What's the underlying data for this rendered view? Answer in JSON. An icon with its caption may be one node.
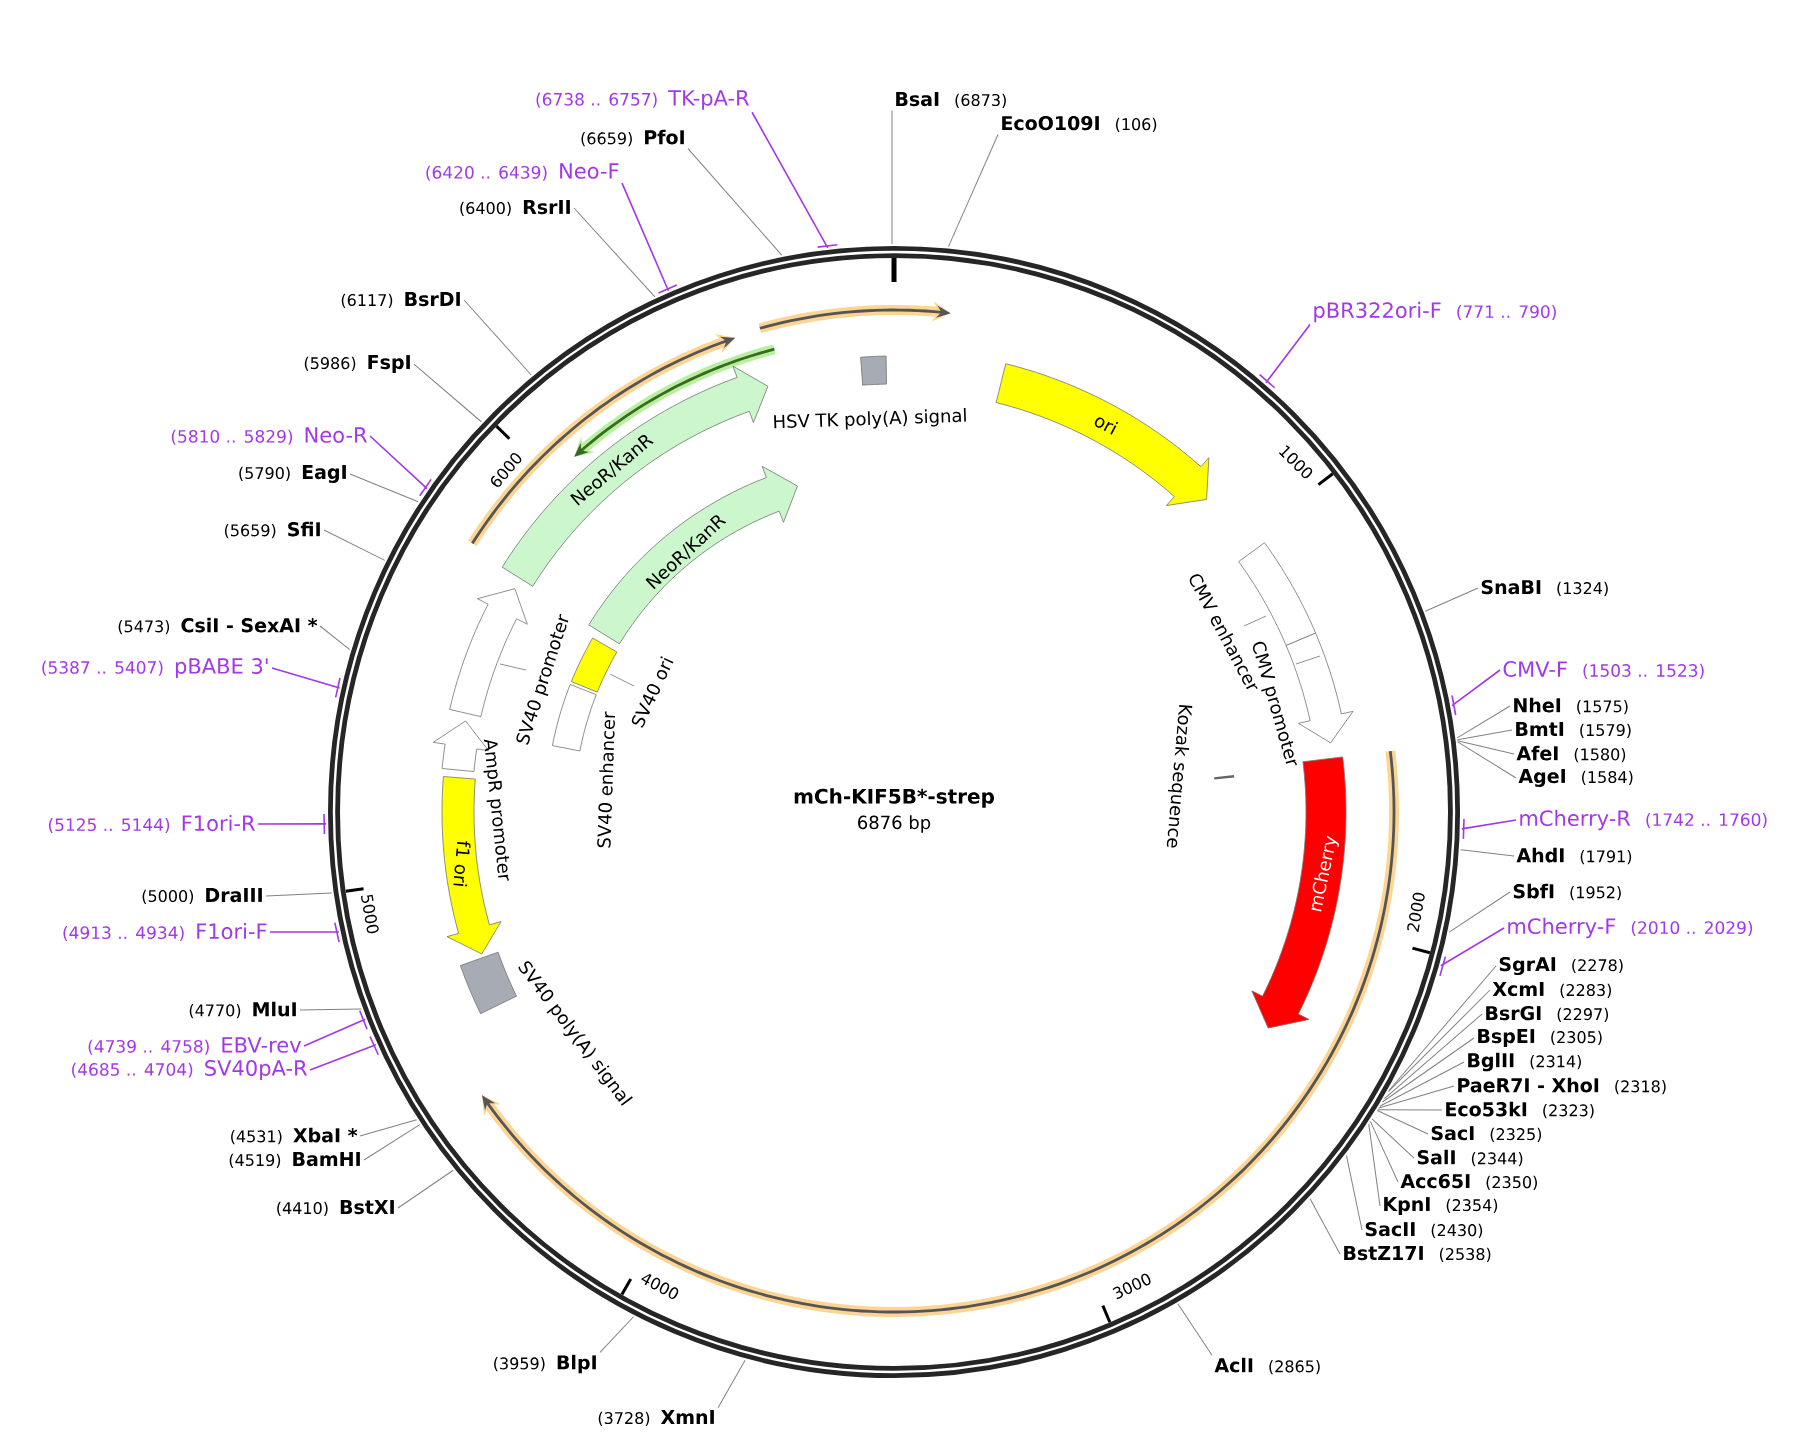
{
  "diagram": {
    "title": "mCh-KIF5B*-strep",
    "nodes": [
      {
        "text": [
          "ori"
        ]
      },
      {
        "text": [
          "CMV enhancer"
        ]
      },
      {
        "text": [
          "CMV promoter"
        ]
      },
      {
        "text": [
          "Kozak sequence"
        ]
      },
      {
        "text": [
          "mCherry"
        ]
      },
      {
        "text": [
          "SV40 poly(A) signal"
        ]
      },
      {
        "text": [
          "f1 ori"
        ]
      },
      {
        "text": [
          "AmpR promoter"
        ]
      },
      {
        "text": [
          "SV40 promoter"
        ]
      },
      {
        "text": [
          "SV40 enhancer"
        ]
      },
      {
        "text": [
          "SV40 ori"
        ]
      },
      {
        "text": [
          "NeoR/KanR"
        ]
      },
      {
        "text": [
          "NeoR/KanR"
        ]
      },
      {
        "text": [
          "HSV TK poly(A) signal"
        ]
      },
      {
        "text": [
          "BsaI",
          "(6873)"
        ]
      },
      {
        "text": [
          "EcoO109I",
          "(106)"
        ]
      },
      {
        "text": [
          "pBR322ori-F",
          "(771 .. 790)"
        ]
      },
      {
        "text": [
          "SnaBI",
          "(1324)"
        ]
      },
      {
        "text": [
          "CMV-F",
          "(1503 .. 1523)"
        ]
      },
      {
        "text": [
          "NheI",
          "(1575)"
        ]
      },
      {
        "text": [
          "BmtI",
          "(1579)"
        ]
      },
      {
        "text": [
          "AfeI",
          "(1580)"
        ]
      },
      {
        "text": [
          "AgeI",
          "(1584)"
        ]
      },
      {
        "text": [
          "mCherry-R",
          "(1742 .. 1760)"
        ]
      },
      {
        "text": [
          "AhdI",
          "(1791)"
        ]
      },
      {
        "text": [
          "SbfI",
          "(1952)"
        ]
      },
      {
        "text": [
          "mCherry-F",
          "(2010 .. 2029)"
        ]
      },
      {
        "text": [
          "SgrAI",
          "(2278)"
        ]
      },
      {
        "text": [
          "XcmI",
          "(2283)"
        ]
      },
      {
        "text": [
          "BsrGI",
          "(2297)"
        ]
      },
      {
        "text": [
          "BspEI",
          "(2305)"
        ]
      },
      {
        "text": [
          "BglII",
          "(2314)"
        ]
      },
      {
        "text": [
          "PaeR7I - XhoI",
          "(2318)"
        ]
      },
      {
        "text": [
          "Eco53kI",
          "(2323)"
        ]
      },
      {
        "text": [
          "SacI",
          "(2325)"
        ]
      },
      {
        "text": [
          "SalI",
          "(2344)"
        ]
      },
      {
        "text": [
          "Acc65I",
          "(2350)"
        ]
      },
      {
        "text": [
          "KpnI",
          "(2354)"
        ]
      },
      {
        "text": [
          "SacII",
          "(2430)"
        ]
      },
      {
        "text": [
          "BstZ17I",
          "(2538)"
        ]
      },
      {
        "text": [
          "AclI",
          "(2865)"
        ]
      },
      {
        "text": [
          "(3728)",
          "XmnI"
        ]
      },
      {
        "text": [
          "(3959)",
          "BlpI"
        ]
      },
      {
        "text": [
          "(4410)",
          "BstXI"
        ]
      },
      {
        "text": [
          "(4519)",
          "BamHI"
        ]
      },
      {
        "text": [
          "(4531)",
          "XbaI *"
        ]
      },
      {
        "text": [
          "(4685 .. 4704)",
          "SV40pA-R"
        ]
      },
      {
        "text": [
          "(4739 .. 4758)",
          "EBV-rev"
        ]
      },
      {
        "text": [
          "(4770)",
          "MluI"
        ]
      },
      {
        "text": [
          "(4913 .. 4934)",
          "F1ori-F"
        ]
      },
      {
        "text": [
          "(5000)",
          "DraIII"
        ]
      },
      {
        "text": [
          "(5125 .. 5144)",
          "F1ori-R"
        ]
      },
      {
        "text": [
          "(5387 .. 5407)",
          "pBABE 3'"
        ]
      },
      {
        "text": [
          "(5473)",
          "CsiI - SexAI *"
        ]
      },
      {
        "text": [
          "(5659)",
          "SfiI"
        ]
      },
      {
        "text": [
          "(5790)",
          "EagI"
        ]
      },
      {
        "text": [
          "(5810 .. 5829)",
          "Neo-R"
        ]
      },
      {
        "text": [
          "(5986)",
          "FspI"
        ]
      },
      {
        "text": [
          "(6117)",
          "BsrDI"
        ]
      },
      {
        "text": [
          "(6400)",
          "RsrII"
        ]
      },
      {
        "text": [
          "(6420 .. 6439)",
          "Neo-F"
        ]
      },
      {
        "text": [
          "(6659)",
          "PfoI"
        ]
      },
      {
        "text": [
          "(6738 .. 6757)",
          "TK-pA-R"
        ]
      }
    ],
    "edges": [
      {
        "from": 14,
        "to": null,
        "arrow": "none"
      },
      {
        "from": 15,
        "to": null,
        "arrow": "none"
      },
      {
        "from": 16,
        "to": null,
        "arrow": "none",
        "color": "#a238e8"
      },
      {
        "from": 17,
        "to": null,
        "arrow": "none"
      },
      {
        "from": 18,
        "to": null,
        "arrow": "none",
        "color": "#a238e8"
      },
      {
        "from": 19,
        "to": null,
        "arrow": "none"
      },
      {
        "from": 20,
        "to": null,
        "arrow": "none"
      },
      {
        "from": 21,
        "to": null,
        "arrow": "none"
      },
      {
        "from": 22,
        "to": null,
        "arrow": "none"
      },
      {
        "from": 23,
        "to": null,
        "arrow": "none",
        "color": "#a238e8"
      },
      {
        "from": 24,
        "to": null,
        "arrow": "none"
      },
      {
        "from": 25,
        "to": null,
        "arrow": "none"
      },
      {
        "from": 26,
        "to": null,
        "arrow": "none",
        "color": "#a238e8"
      },
      {
        "from": 27,
        "to": null,
        "arrow": "none"
      },
      {
        "from": 28,
        "to": null,
        "arrow": "none"
      },
      {
        "from": 29,
        "to": null,
        "arrow": "none"
      },
      {
        "from": 30,
        "to": null,
        "arrow": "none"
      },
      {
        "from": 31,
        "to": null,
        "arrow": "none"
      },
      {
        "from": 32,
        "to": null,
        "arrow": "none"
      },
      {
        "from": 33,
        "to": null,
        "arrow": "none"
      },
      {
        "from": 34,
        "to": null,
        "arrow": "none"
      },
      {
        "from": 35,
        "to": null,
        "arrow": "none"
      },
      {
        "from": 36,
        "to": null,
        "arrow": "none"
      },
      {
        "from": 37,
        "to": null,
        "arrow": "none"
      },
      {
        "from": 38,
        "to": null,
        "arrow": "none"
      },
      {
        "from": 39,
        "to": null,
        "arrow": "none"
      },
      {
        "from": 40,
        "to": null,
        "arrow": "none"
      },
      {
        "from": 41,
        "to": null,
        "arrow": "none"
      },
      {
        "from": 42,
        "to": null,
        "arrow": "none"
      },
      {
        "from": 43,
        "to": null,
        "arrow": "none"
      },
      {
        "from": 44,
        "to": null,
        "arrow": "none"
      },
      {
        "from": 45,
        "to": null,
        "arrow": "none"
      },
      {
        "from": 46,
        "to": null,
        "arrow": "none",
        "color": "#a238e8"
      },
      {
        "from": 47,
        "to": null,
        "arrow": "none",
        "color": "#a238e8"
      },
      {
        "from": 48,
        "to": null,
        "arrow": "none"
      },
      {
        "from": 49,
        "to": null,
        "arrow": "none",
        "color": "#a238e8"
      },
      {
        "from": 50,
        "to": null,
        "arrow": "none"
      },
      {
        "from": 51,
        "to": null,
        "arrow": "none",
        "color": "#a238e8"
      },
      {
        "from": 52,
        "to": null,
        "arrow": "none",
        "color": "#a238e8"
      },
      {
        "from": 53,
        "to": null,
        "arrow": "none"
      },
      {
        "from": 54,
        "to": null,
        "arrow": "none"
      },
      {
        "from": 55,
        "to": null,
        "arrow": "none"
      },
      {
        "from": 56,
        "to": null,
        "arrow": "none",
        "color": "#a238e8"
      },
      {
        "from": 57,
        "to": null,
        "arrow": "none"
      },
      {
        "from": 58,
        "to": null,
        "arrow": "none"
      },
      {
        "from": 59,
        "to": null,
        "arrow": "none"
      },
      {
        "from": 60,
        "to": null,
        "arrow": "none",
        "color": "#a238e8"
      },
      {
        "from": 61,
        "to": null,
        "arrow": "none"
      },
      {
        "from": 62,
        "to": null,
        "arrow": "none",
        "color": "#a238e8"
      }
    ],
    "labels": [
      "6876 bp",
      "1000",
      "2000",
      "3000",
      "4000",
      "5000",
      "6000"
    ]
  }
}
